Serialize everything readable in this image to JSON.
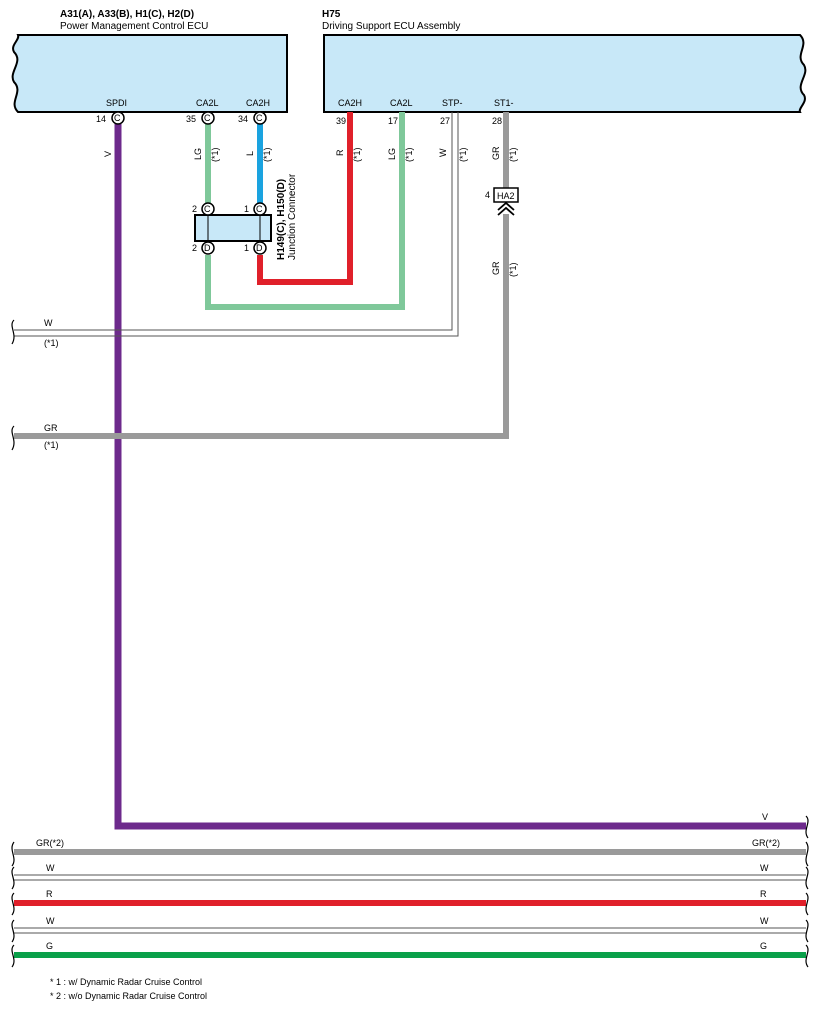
{
  "ecu_left": {
    "connectors": "A31(A), A33(B), H1(C), H2(D)",
    "name": "Power Management Control ECU",
    "pins": [
      {
        "label": "SPDI",
        "num": "14",
        "conn": "C"
      },
      {
        "label": "CA2L",
        "num": "35",
        "conn": "C"
      },
      {
        "label": "CA2H",
        "num": "34",
        "conn": "C"
      }
    ]
  },
  "ecu_right": {
    "connectors": "H75",
    "name": "Driving Support ECU Assembly",
    "pins": [
      {
        "label": "CA2H",
        "num": "39"
      },
      {
        "label": "CA2L",
        "num": "17"
      },
      {
        "label": "STP-",
        "num": "27"
      },
      {
        "label": "ST1-",
        "num": "28"
      }
    ]
  },
  "junction": {
    "title": "H149(C), H150(D)",
    "subtitle": "Junction Connector",
    "top_pins": [
      {
        "num": "2",
        "conn": "C"
      },
      {
        "num": "1",
        "conn": "C"
      }
    ],
    "bottom_pins": [
      {
        "num": "2",
        "conn": "D"
      },
      {
        "num": "1",
        "conn": "D"
      }
    ]
  },
  "inline_connector": {
    "num": "4",
    "name": "HA2"
  },
  "wire_colors": {
    "V": "V",
    "LG": "LG",
    "L": "L",
    "R": "R",
    "W": "W",
    "GR": "GR",
    "G": "G",
    "GR2": "GR(*2)"
  },
  "marks": {
    "m1": "(*1)"
  },
  "notes": [
    "* 1 : w/ Dynamic Radar Cruise Control",
    "* 2 : w/o Dynamic Radar Cruise Control"
  ],
  "colors": {
    "ecu_fill": "#c8e8f8",
    "violet": "#6d2a8c",
    "light_green": "#7fc89a",
    "blue": "#1aa3e0",
    "red": "#e0202a",
    "gray": "#9a9a9a",
    "green": "#0aa04a"
  }
}
